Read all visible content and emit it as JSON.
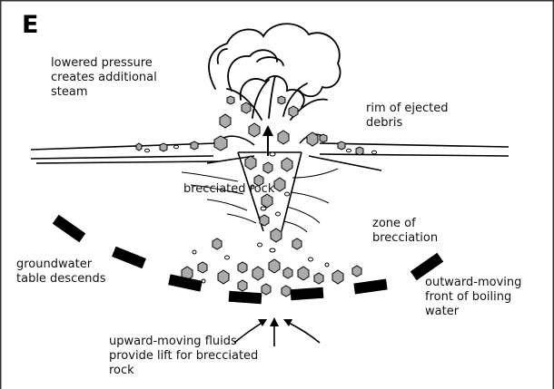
{
  "panel_letter": "E",
  "labels": {
    "pressure": "lowered pressure\ncreates additional\nsteam",
    "rim": "rim of ejected\ndebris",
    "breccia": "brecciated rock",
    "zone": "zone of\nbrecciation",
    "groundwater": "groundwater\ntable descends",
    "front": "outward-moving\nfront of boiling\nwater",
    "fluids": "upward-moving fluids\nprovide lift for brecciated\nrock"
  },
  "colors": {
    "line": "#000000",
    "clast_fill": "#a9abad",
    "background": "#ffffff"
  },
  "icons": {
    "clast": "gray-hexagon-shape",
    "dash": "black-dash-segment",
    "arrow": "black-arrow"
  }
}
